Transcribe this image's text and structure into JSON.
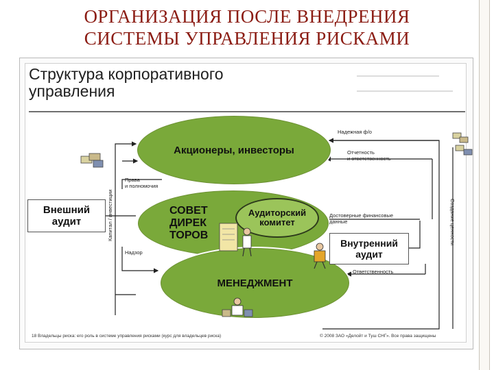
{
  "slide_title": [
    "ОРГАНИЗАЦИЯ ПОСЛЕ ВНЕДРЕНИЯ",
    "СИСТЕМЫ УПРАВЛЕНИЯ РИСКАМИ"
  ],
  "diagram": {
    "heading": [
      "Структура корпоративного",
      "управления"
    ],
    "nodes": {
      "shareholders": "Акционеры, инвесторы",
      "board": [
        "СОВЕТ",
        "ДИРЕК",
        "ТОРОВ"
      ],
      "audit_committee": [
        "Аудиторский",
        "комитет"
      ],
      "management": "МЕНЕДЖМЕНТ",
      "external_audit": [
        "Внешний",
        "аудит"
      ],
      "internal_audit": [
        "Внутренний",
        "аудит"
      ]
    },
    "edge_labels": {
      "reliable": "Надежная ф/о",
      "reporting": [
        "Отчетность",
        "и ответственность"
      ],
      "rights": [
        "Права",
        "и полномочия"
      ],
      "capital": "Капитал / инвестиции",
      "fin_data": [
        "Достоверные финансовые",
        "данные"
      ],
      "supervision": "Надзор",
      "responsibility": "Ответственность",
      "value": "Создание ценности"
    },
    "footer_left": "18 Владельцы риска: его роль в системе управления рисками (курс для владельцев риска)",
    "footer_right": "© 2008 ЗАО «Делойт и Туш СНГ». Все права защищены"
  },
  "colors": {
    "title": "#8b1c13",
    "ellipse": "#7aa93a",
    "committee": "#9bc45a"
  }
}
